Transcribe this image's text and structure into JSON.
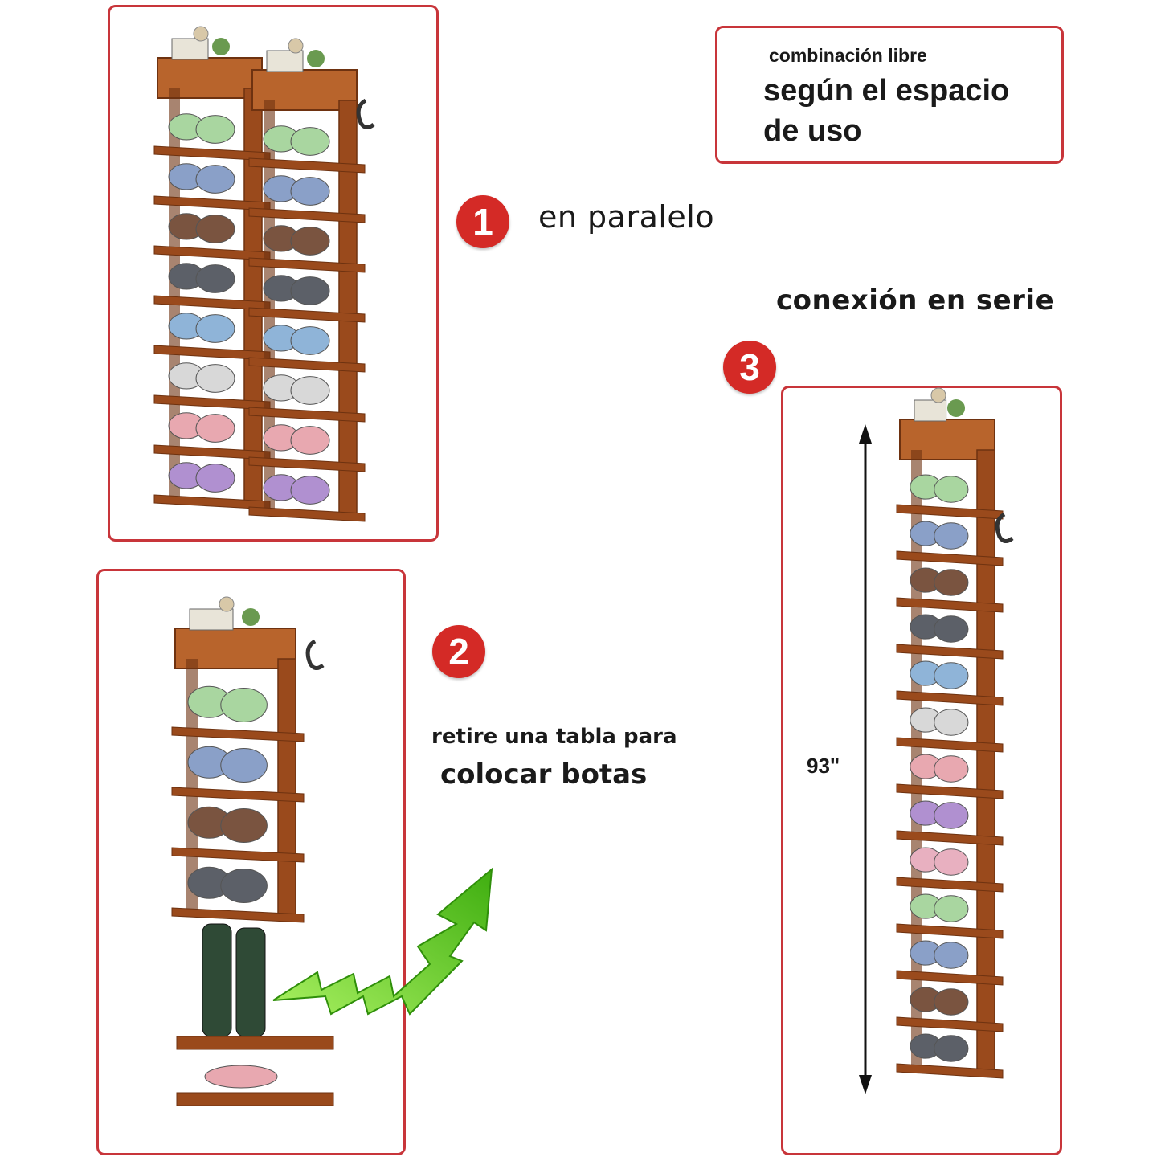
{
  "callout": {
    "small": "combinación libre",
    "big": "según el espacio de uso"
  },
  "option1": {
    "number": "1",
    "label": "en paralelo"
  },
  "option2": {
    "number": "2",
    "line1": "retire una tabla para",
    "line2": "colocar botas"
  },
  "option3": {
    "number": "3",
    "label": "conexión en serie",
    "height": "93\""
  },
  "colors": {
    "frame": "#c8353a",
    "badge": "#d42a26",
    "wood": "#9a4a1c",
    "arrow": "#5ac81e"
  }
}
